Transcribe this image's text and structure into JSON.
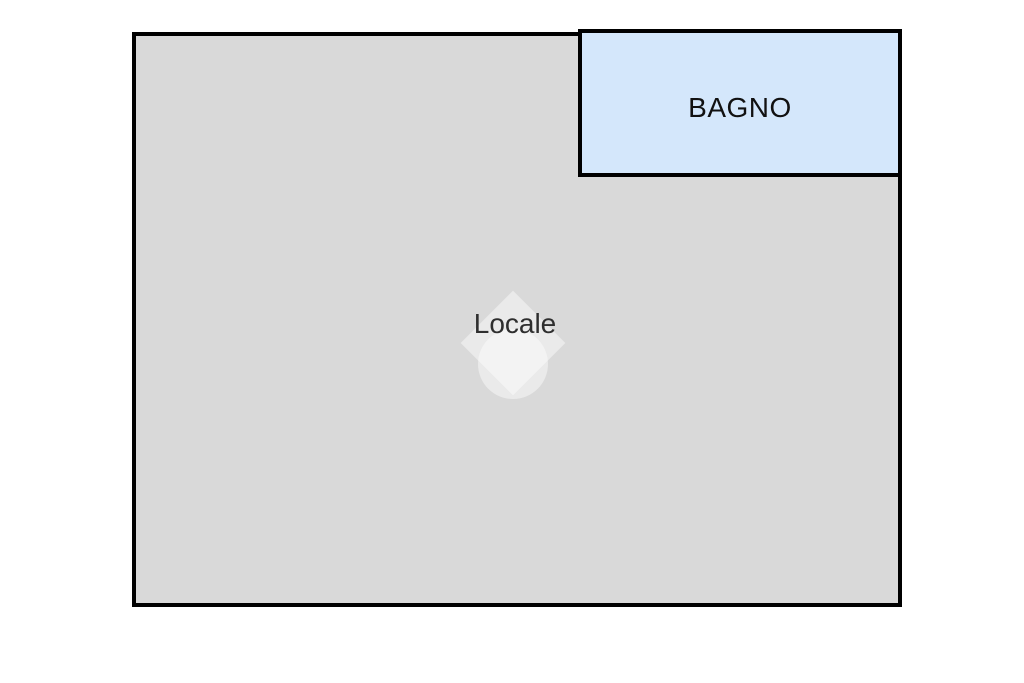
{
  "floorplan": {
    "main_room": {
      "label": "Locale"
    },
    "bathroom": {
      "label": "BAGNO"
    },
    "watermark": {
      "icon": "diamond-circle-watermark"
    },
    "colors": {
      "page_bg": "#ffffff",
      "room_fill": "#d9d9d9",
      "bathroom_fill": "#d4e7fb",
      "wall": "#000000",
      "label_color": "#2e2e2e",
      "bathroom_label_color": "#111111"
    }
  }
}
